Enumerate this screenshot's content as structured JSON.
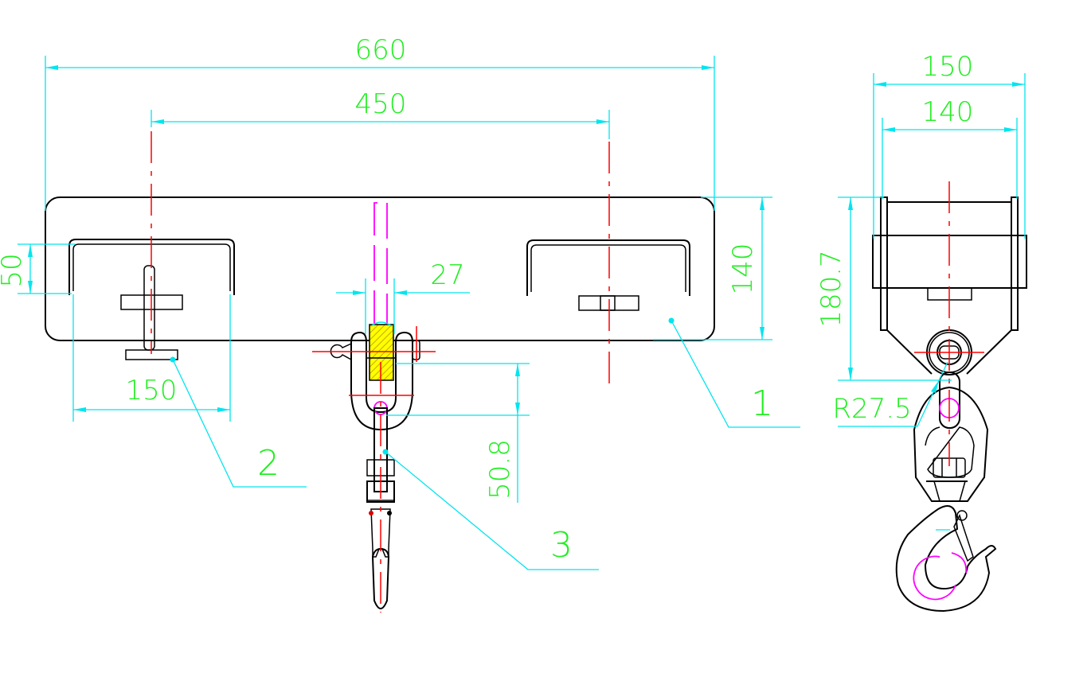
{
  "dimensions": {
    "overall_length": "660",
    "pocket_spacing": "450",
    "pocket_height": "50",
    "beam_height": "140",
    "shackle_width": "27",
    "pocket_width": "150",
    "shackle_drop": "50.8",
    "side_outer_width": "150",
    "side_inner_width": "140",
    "side_height": "180.7",
    "eye_radius": "R27.5"
  },
  "callouts": {
    "part_1": "1",
    "part_2": "2",
    "part_3": "3"
  },
  "colors": {
    "outline": "#000000",
    "dimension": "#00e5ee",
    "text": "#22ee22",
    "centerline": "#ff0000",
    "hidden": "#ff00ff"
  }
}
